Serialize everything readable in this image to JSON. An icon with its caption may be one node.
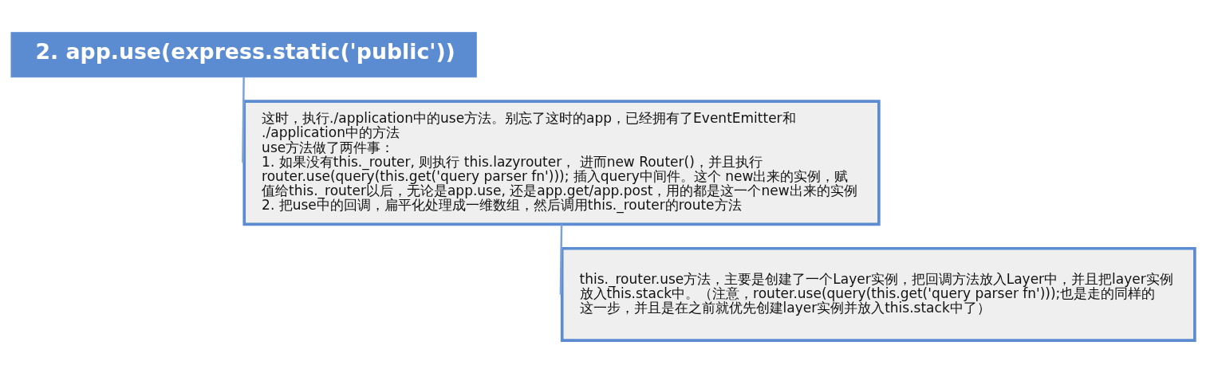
{
  "diagram": {
    "nodes": [
      {
        "text": [
          "2. app.use(express.static('public'))"
        ]
      },
      {
        "text": [
          "这时，执行./application中的use方法。别忘了这时的app，已经拥有了EventEmitter和./application中的方法",
          "use方法做了两件事：",
          "1. 如果没有this._router, 则执行 this.lazyrouter， 进而new Router()，并且执行router.use(query(this.get('query parser fn'))); 插入query中间件。这个 new出来的实例，赋值给this._router以后，无论是app.use, 还是app.get/app.post，用的都是这一个new出来的实例",
          "2. 把use中的回调，扁平化处理成一维数组，然后调用this._router的route方法"
        ]
      },
      {
        "text": [
          "this._router.use方法，主要是创建了一个Layer实例，把回调方法放入Layer中，并且把layer实例放入this.stack中。（注意，router.use(query(this.get('query parser fn')));也是走的同样的这一步，并且是在之前就优先创建layer实例并放入this.stack中了）"
        ]
      }
    ],
    "edges": [
      {
        "from": 0,
        "to": 1,
        "arrow": "none"
      },
      {
        "from": 1,
        "to": 2,
        "arrow": "none"
      }
    ]
  }
}
